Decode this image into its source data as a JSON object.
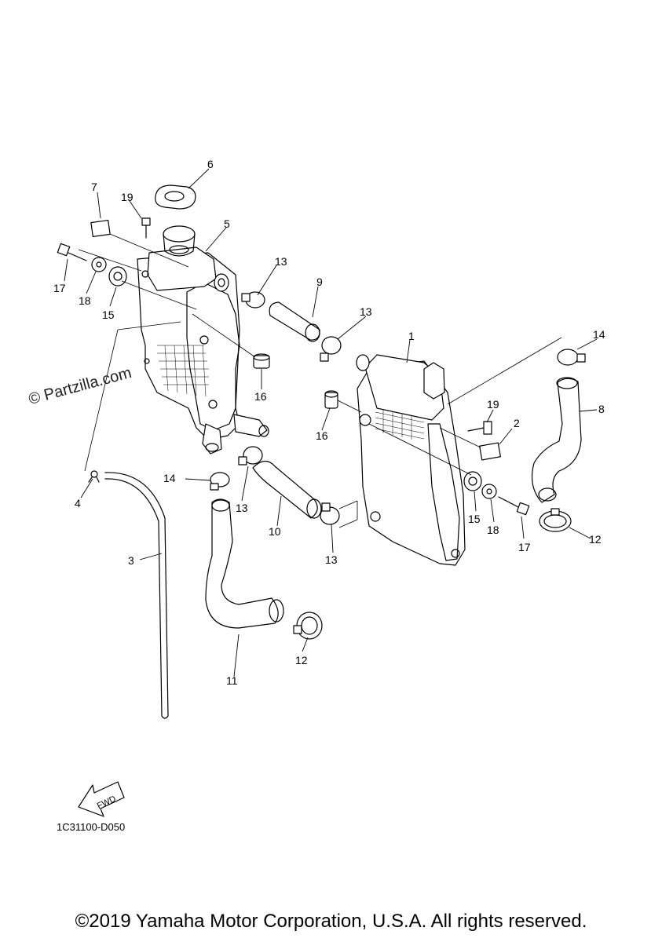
{
  "diagram": {
    "part_numbers": {
      "p1": "1",
      "p2": "2",
      "p3": "3",
      "p4": "4",
      "p5": "5",
      "p6": "6",
      "p7": "7",
      "p8": "8",
      "p9": "9",
      "p10": "10",
      "p11": "11",
      "p12a": "12",
      "p12b": "12",
      "p13a": "13",
      "p13b": "13",
      "p13c": "13",
      "p13d": "13",
      "p14a": "14",
      "p14b": "14",
      "p15a": "15",
      "p15b": "15",
      "p16a": "16",
      "p16b": "16",
      "p17a": "17",
      "p17b": "17",
      "p18a": "18",
      "p18b": "18",
      "p19a": "19",
      "p19b": "19"
    },
    "fwd_arrow_label": "FWD",
    "drawing_code": "1C31100-D050",
    "watermark": "© Partzilla.com"
  },
  "footer": {
    "copyright": "©2019 Yamaha Motor Corporation, U.S.A. All rights reserved."
  }
}
